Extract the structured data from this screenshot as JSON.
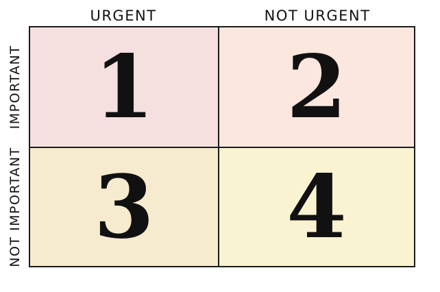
{
  "columns": [
    {
      "label": "URGENT"
    },
    {
      "label": "NOT URGENT"
    }
  ],
  "rows": [
    {
      "label": "IMPORTANT"
    },
    {
      "label": "NOT IMPORTANT"
    }
  ],
  "quadrants": [
    {
      "number": "1",
      "color": "#f5dfdf"
    },
    {
      "number": "2",
      "color": "#fbe7de"
    },
    {
      "number": "3",
      "color": "#f7ebcf"
    },
    {
      "number": "4",
      "color": "#faf3d2"
    }
  ]
}
